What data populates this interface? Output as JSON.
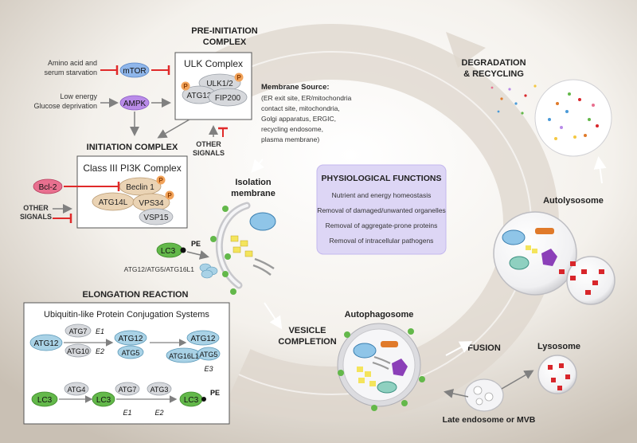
{
  "sections": {
    "pre_initiation": "PRE-INITIATION",
    "pre_initiation_sub": "COMPLEX",
    "initiation": "INITIATION COMPLEX",
    "elongation": "ELONGATION REACTION",
    "vesicle_completion_1": "VESICLE",
    "vesicle_completion_2": "COMPLETION",
    "fusion": "FUSION",
    "degradation_1": "DEGRADATION",
    "degradation_2": "& RECYCLING"
  },
  "inputs": {
    "amino_1": "Amino acid and",
    "amino_2": "serum starvation",
    "low_energy": "Low energy",
    "glucose": "Glucose deprivation",
    "other_signals_top_1": "OTHER",
    "other_signals_top_2": "SIGNALS",
    "other_signals_left_1": "OTHER",
    "other_signals_left_2": "SIGNALS"
  },
  "ulk_complex": {
    "title": "ULK Complex",
    "ulk12": "ULK1/2",
    "atg13": "ATG13",
    "fip200": "FIP200",
    "p": "P"
  },
  "pi3k_complex": {
    "title": "Class III PI3K Complex",
    "beclin1": "Beclin 1",
    "atg14l": "ATG14L",
    "vps34": "VPS34",
    "vsp15": "VSP15",
    "p": "P"
  },
  "regulators": {
    "mtor": "mTOR",
    "ampk": "AMPK",
    "bcl2": "Bcl-2"
  },
  "membrane_source": {
    "title": "Membrane Source:",
    "lines": [
      "(ER exit site, ER/mitochondria",
      "contact site, mitochondria,",
      "Golgi apparatus, ERGIC,",
      "recycling endosome,",
      "plasma membrane)"
    ]
  },
  "structures": {
    "isolation_1": "Isolation",
    "isolation_2": "membrane",
    "autophagosome": "Autophagosome",
    "autolysosome": "Autolysosome",
    "lysosome": "Lysosome",
    "late_endosome": "Late endosome or MVB",
    "lc3": "LC3",
    "pe": "PE",
    "atg_complex": "ATG12/ATG5/ATG16L1"
  },
  "physiological": {
    "title": "PHYSIOLOGICAL FUNCTIONS",
    "items": [
      "Nutrient and energy homeostasis",
      "Removal of damaged/unwanted organelles",
      "Removal of aggregate-prone proteins",
      "Removal of intracellular pathogens"
    ]
  },
  "conjugation": {
    "title": "Ubiquitin-like Protein Conjugation Systems",
    "atg12": "ATG12",
    "atg7": "ATG7",
    "atg10": "ATG10",
    "atg5": "ATG5",
    "atg16l1": "ATG16L1",
    "e1": "E1",
    "e2": "E2",
    "e3": "E3",
    "lc3": "LC3",
    "atg4": "ATG4",
    "atg3": "ATG3",
    "pe": "PE"
  },
  "colors": {
    "mtor": "#8fb6ea",
    "ampk": "#b98be8",
    "bcl2": "#e8708f",
    "tan": "#ead3b4",
    "grey_protein": "#d6d8dc",
    "blue_protein": "#a9d2e6",
    "green_lc3": "#63b84a",
    "inhibit": "#e02a2a",
    "phys_box": "#ddd6f5",
    "lysosome_red": "#d8262b",
    "arrow_bg": "#d9d4cd"
  }
}
